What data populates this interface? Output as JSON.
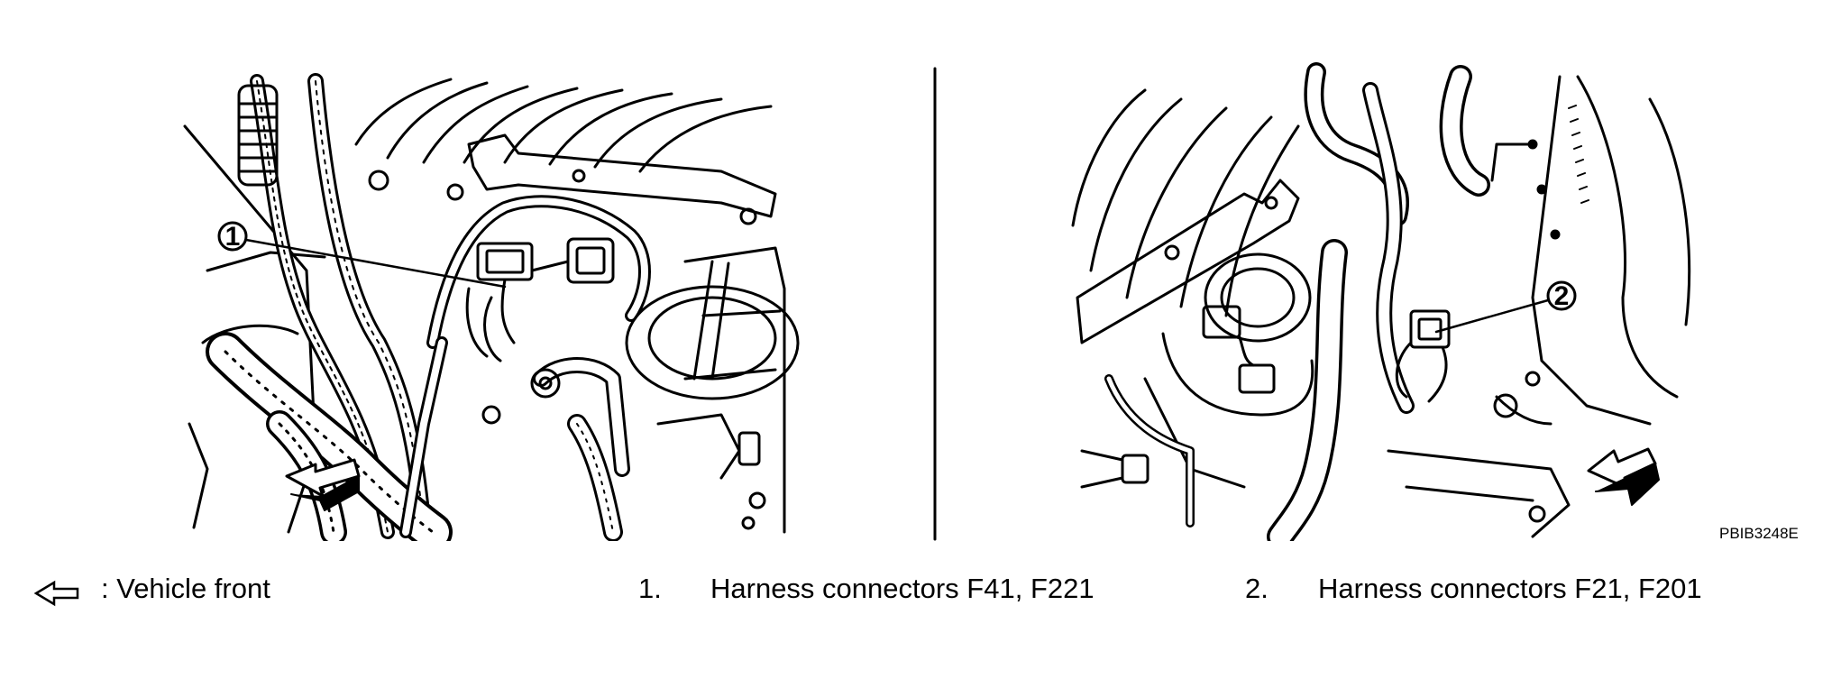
{
  "callouts": [
    {
      "num": "1"
    },
    {
      "num": "2"
    }
  ],
  "figure_code": "PBIB3248E",
  "legend": {
    "arrow_icon": "hollow-left-arrow-icon",
    "arrow_text": ": Vehicle front",
    "item1_num": "1.",
    "item1_text": "Harness connectors F41, F221",
    "item2_num": "2.",
    "item2_text": "Harness connectors F21, F201"
  }
}
